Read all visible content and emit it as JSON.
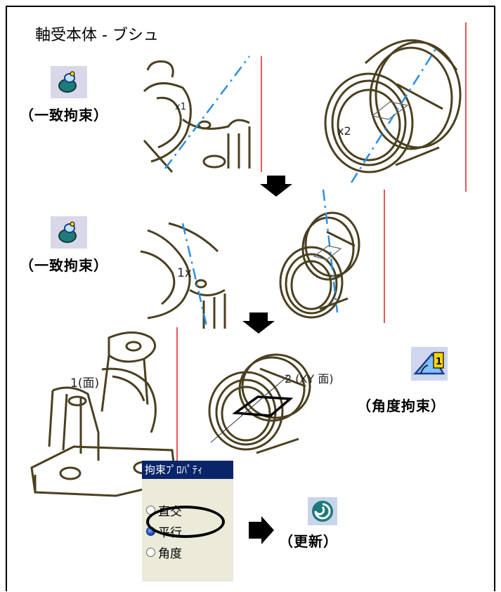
{
  "title": "軸受本体 - ブシュ",
  "captions": {
    "coincidence_1": "（一致拘束）",
    "coincidence_2": "（一致拘束）",
    "angle": "（角度拘束）",
    "update": "（更新）"
  },
  "labels": {
    "x1": "x1",
    "x2": "x2",
    "one_x": "1x",
    "face1": "1(面)",
    "xy_face2": "2 (XY 面)"
  },
  "dialog": {
    "title": "拘束ﾌﾟﾛﾊﾟﾃｨ",
    "options": [
      {
        "label": "直交",
        "selected": false
      },
      {
        "label": "平行",
        "selected": true
      },
      {
        "label": "角度",
        "selected": false
      }
    ]
  },
  "icons": {
    "coincidence": "coincidence-constraint-icon",
    "angle": "angle-constraint-icon",
    "update": "update-icon"
  },
  "colors": {
    "axis_line": "#2a8fe0",
    "edge_line": "#e02020",
    "sketch": "#4a4020",
    "dialog_title_bg": "#0a246a"
  }
}
